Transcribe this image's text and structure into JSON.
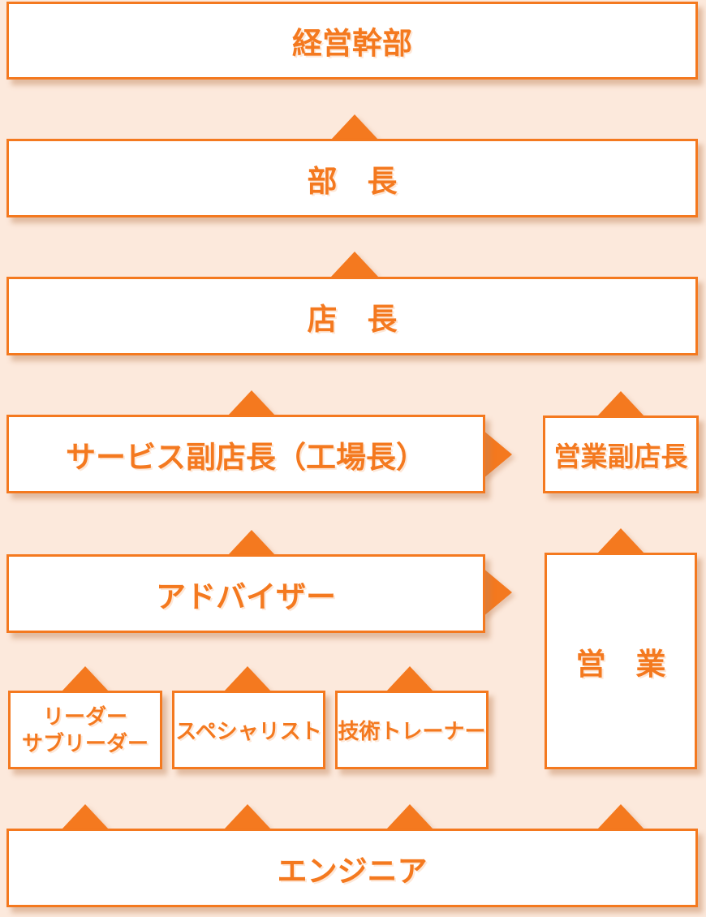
{
  "colors": {
    "accent": "#F4791F",
    "background": "#FCE9DC",
    "box_background": "#FFFFFF"
  },
  "boxes": {
    "executive": {
      "label": "経営幹部"
    },
    "department_manager": {
      "label": "部　長"
    },
    "store_manager": {
      "label": "店　長"
    },
    "service_vice_manager": {
      "label": "サービス副店長（工場長）"
    },
    "sales_vice_manager": {
      "label": "営業副店長"
    },
    "advisor": {
      "label": "アドバイザー"
    },
    "sales": {
      "label": "営　業"
    },
    "leader": {
      "line1": "リーダー",
      "line2": "サブリーダー"
    },
    "specialist": {
      "label": "スペシャリスト"
    },
    "tech_trainer": {
      "label": "技術トレーナー"
    },
    "engineer": {
      "label": "エンジニア"
    }
  },
  "icons": {
    "up_arrow": "triangle-up",
    "right_arrow": "triangle-right"
  }
}
